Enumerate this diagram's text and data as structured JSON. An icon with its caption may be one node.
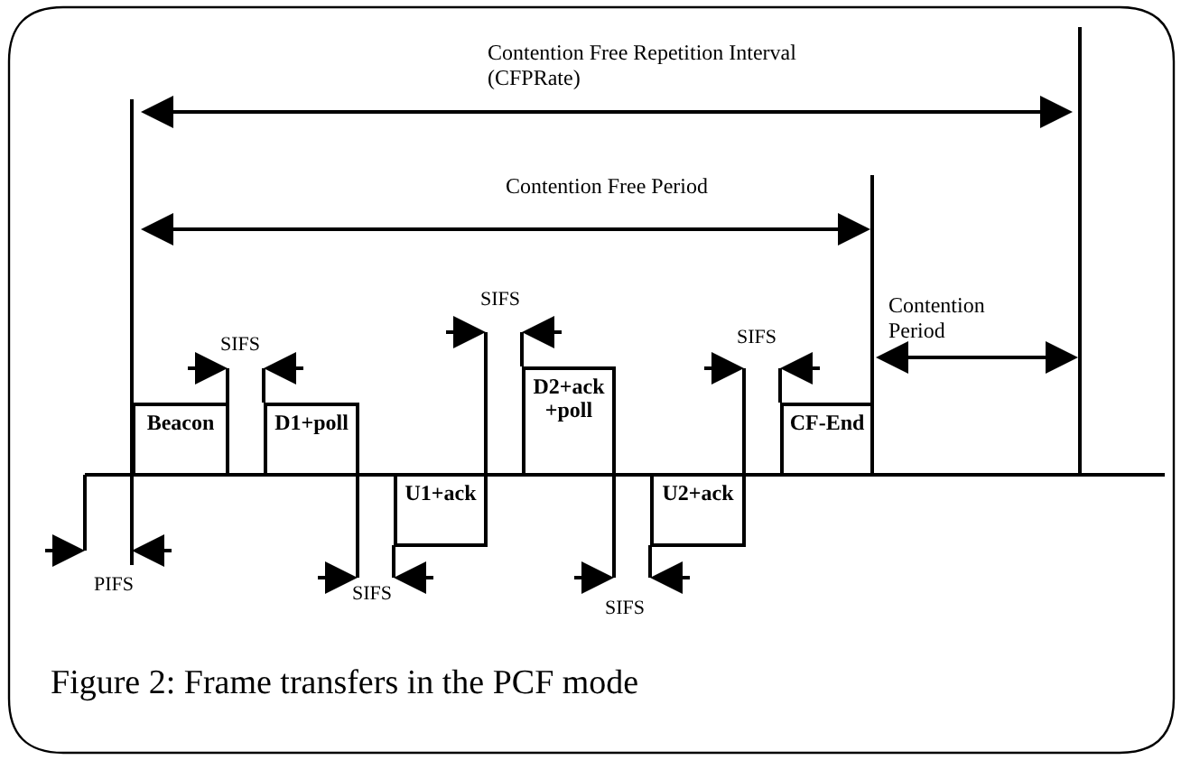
{
  "diagram": {
    "caption": "Figure 2: Frame transfers in the PCF mode",
    "nodes": [
      {
        "text": [
          "Beacon"
        ]
      },
      {
        "text": [
          "D1+poll"
        ]
      },
      {
        "text": [
          "U1+ack"
        ]
      },
      {
        "text": [
          "D2+ack +poll"
        ]
      },
      {
        "text": [
          "U2+ack"
        ]
      },
      {
        "text": [
          "CF-End"
        ]
      }
    ],
    "labels": [
      "Contention Free Repetition Interval (CFPRate)",
      "Contention Free Period",
      "SIFS",
      "Contention Period",
      "SIFS",
      "SIFS",
      "PIFS",
      "SIFS",
      "SIFS"
    ]
  }
}
